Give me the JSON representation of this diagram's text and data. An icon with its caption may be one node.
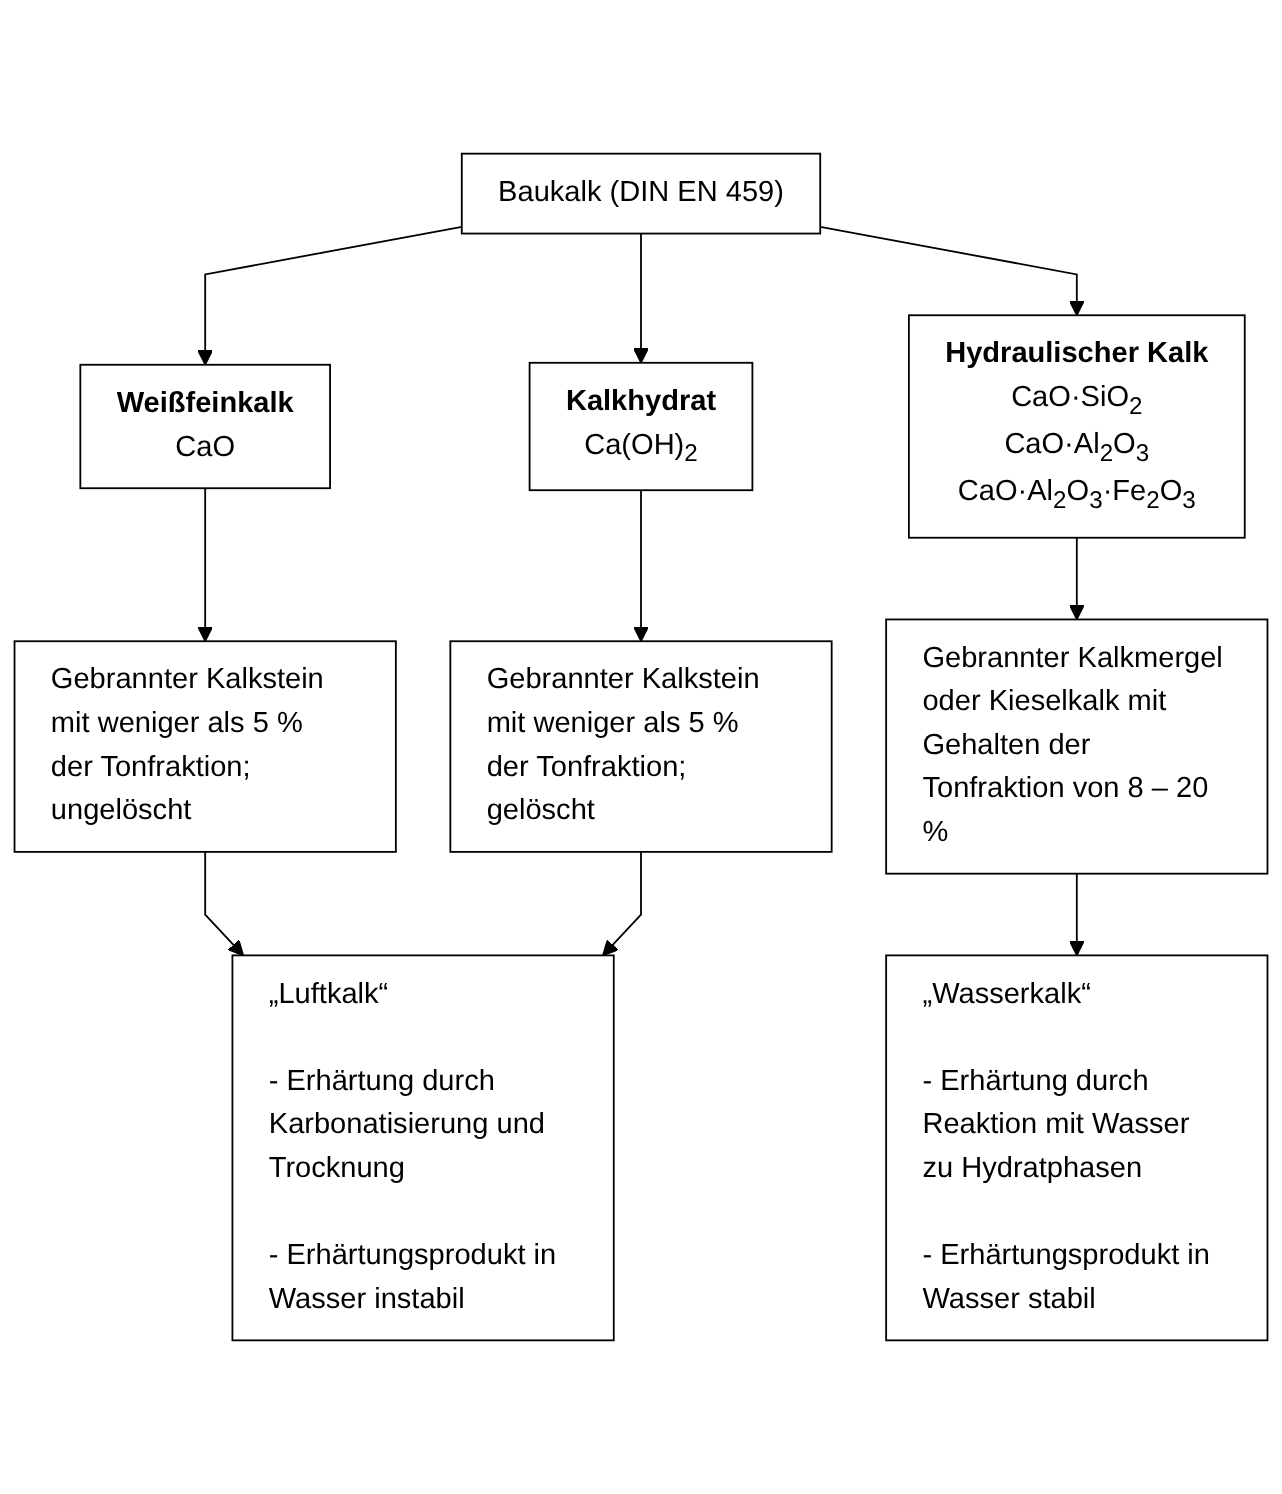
{
  "diagram": {
    "nodes": [
      {
        "text": [
          "Baukalk (DIN EN 459)"
        ]
      },
      {
        "text": [
          "Weißfeinkalk",
          "CaO"
        ]
      },
      {
        "text": [
          "Kalkhydrat",
          "Ca(OH)$_{2}$"
        ]
      },
      {
        "text": [
          "Hydraulischer Kalk",
          "CaO·SiO$_{2}$",
          "CaO·Al$_{2}$O$_{3}$",
          "CaO·Al$_{2}$O$_{3}$·Fe$_{2}$O$_{3}$"
        ]
      },
      {
        "text": [
          "Gebrannter Kalkstein mit weniger als 5 % der Tonfraktion; ungelöscht"
        ]
      },
      {
        "text": [
          "Gebrannter Kalkstein mit weniger als 5 % der Tonfraktion; gelöscht"
        ]
      },
      {
        "text": [
          "Gebrannter Kalkmergel oder Kieselkalk mit Gehalten der Tonfraktion von 8 – 20 %"
        ]
      },
      {
        "text": [
          "„Luftkalk“",
          "- Erhärtung durch Karbonatisierung und Trocknung",
          "- Erhärtungsprodukt in Wasser instabil"
        ]
      },
      {
        "text": [
          "„Wasserkalk“",
          "- Erhärtung durch Reaktion mit Wasser zu Hydratphasen",
          "- Erhärtungsprodukt in Wasser stabil"
        ]
      }
    ],
    "edges": [
      {
        "from": 0,
        "to": 1,
        "arrow": "to"
      },
      {
        "from": 0,
        "to": 2,
        "arrow": "to"
      },
      {
        "from": 0,
        "to": 3,
        "arrow": "to"
      },
      {
        "from": 1,
        "to": 4,
        "arrow": "to"
      },
      {
        "from": 2,
        "to": 5,
        "arrow": "to"
      },
      {
        "from": 3,
        "to": 6,
        "arrow": "to"
      },
      {
        "from": 4,
        "to": 7,
        "arrow": "to"
      },
      {
        "from": 5,
        "to": 7,
        "arrow": "to"
      },
      {
        "from": 6,
        "to": 8,
        "arrow": "to"
      }
    ]
  }
}
